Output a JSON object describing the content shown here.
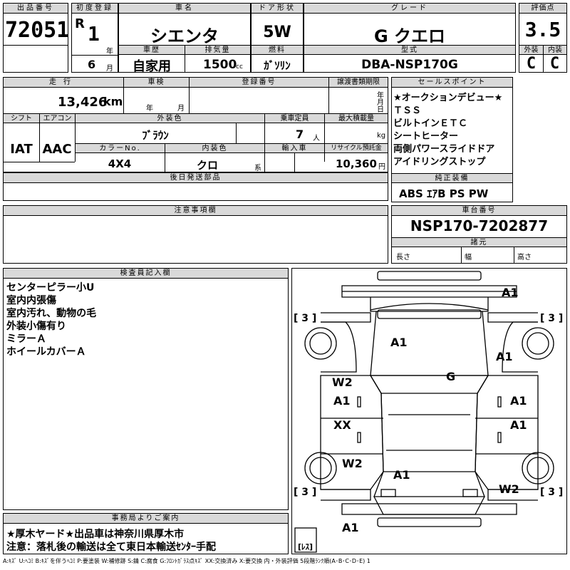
{
  "header": {
    "lot_label": "出品番号",
    "lot_number": "72051",
    "first_reg_label": "初度登録",
    "era": "R",
    "year": "1",
    "year_unit": "年",
    "month": "6",
    "month_unit": "月",
    "car_name_label": "車名",
    "car_name": "シエンタ",
    "history_label": "車歴",
    "history": "自家用",
    "displacement_label": "排気量",
    "displacement": "1500",
    "displacement_unit": "cc",
    "door_label": "ドア形状",
    "door": "5W",
    "fuel_label": "燃料",
    "fuel": "ｶﾞｿﾘﾝ",
    "grade_label": "グレード",
    "grade": "G クエロ",
    "model_label": "型式",
    "model": "DBA-NSP170G",
    "score_label": "評価点",
    "score": "3.5",
    "exterior_label": "外装",
    "exterior": "C",
    "interior_label": "内装",
    "interior": "C"
  },
  "specs": {
    "mileage_label": "走行",
    "mileage": "13,426",
    "mileage_unit": "km",
    "inspection_label": "車検",
    "year_unit": "年",
    "month_unit": "月",
    "reg_label": "登録番号",
    "transfer_label": "譲渡書類期限",
    "day_unit": "日",
    "shift_label": "シフト",
    "shift": "IAT",
    "ac_label": "エアコン",
    "ac": "AAC",
    "ext_color_label": "外装色",
    "ext_color": "ﾌﾞﾗｳﾝ",
    "capacity_label": "乗車定員",
    "capacity": "7",
    "capacity_unit": "人",
    "max_load_label": "最大積載量",
    "max_load_unit": "kg",
    "color_no_label": "カラーNo.",
    "color_no": "4X4",
    "int_color_label": "内装色",
    "int_color": "クロ",
    "int_color_unit": "系",
    "import_label": "輸入車",
    "recycle_label": "リサイクル預託金",
    "recycle": "10,360",
    "recycle_unit": "円",
    "later_parts_label": "後日発送部品"
  },
  "sales_points": {
    "label": "セールスポイント",
    "items": [
      "★オークションデビュー★",
      "ＴＳＳ",
      "ビルトインＥＴＣ",
      "シートヒーター",
      "両側パワースライドドア",
      "アイドリングストップ"
    ]
  },
  "equipment": {
    "label": "純正装備",
    "value": "ABS ｴｱB PS PW"
  },
  "notes_label": "注意事項欄",
  "chassis": {
    "label": "車台番号",
    "value": "NSP170-7202877",
    "dims_label": "諸元",
    "length_label": "長さ",
    "width_label": "幅",
    "height_label": "高さ"
  },
  "inspector": {
    "label": "検査員記入欄",
    "lines": [
      "センターピラー小U",
      "室内内張傷",
      "室内汚れ、動物の毛",
      "外装小傷有り",
      "ミラーＡ",
      "ホイールカバーＡ"
    ]
  },
  "office": {
    "label": "事務局よりご案内",
    "line1": "★厚木ヤード★出品車は神奈川県厚木市",
    "line2": "注意：落札後の輸送は全て東日本輸送ｾﾝﾀｰ手配"
  },
  "diagram": {
    "marks": {
      "tire_fl": "[ 3 ]",
      "tire_fr": "[ 3 ]",
      "tire_rl": "[ 3 ]",
      "tire_rr": "[ 3 ]",
      "front_bumper": "A1",
      "hood": "A1",
      "front_right": "A1",
      "windshield": "G",
      "left_door_w2": "W2",
      "left_door_a1": "A1",
      "right_door_a1": "A1",
      "left_rear_xx": "XX",
      "right_rear_a1": "A1",
      "left_quarter_w2": "W2",
      "rear_roof_a1": "A1",
      "right_quarter_w2": "W2",
      "rear_bumper_a1": "A1",
      "spare": "[ﾚｽ]"
    }
  },
  "legend": "A:ｷｽﾞ U:ﾍｺﾐ B:ｷｽﾞを伴うﾍｺﾐ P:要塗装 W:補修跡 S:錆 C:腐食 G:ﾌﾛﾝﾄｶﾞﾗｽ点ｷｽﾞ XX:交換済み X:要交換 内・外装評価 5段階ﾗﾝｸ順(A･B･C･D･E) 1"
}
